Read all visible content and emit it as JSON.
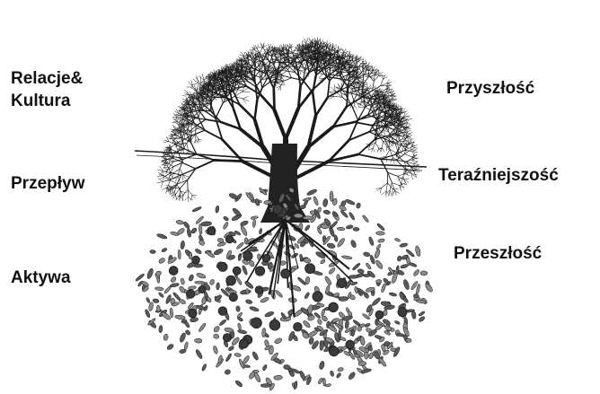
{
  "labels": {
    "relations_line1": "Relacje&",
    "relations_line2": "Kultura",
    "flow": "Przepływ",
    "assets": "Aktywa",
    "future": "Przyszłość",
    "present": "Teraźniejszość",
    "past": "Przeszłość"
  },
  "colors": {
    "ink": "#1a1a1a",
    "leaf": "#5a5a5a",
    "fruit": "#3a3a3a",
    "background": "#ffffff"
  },
  "illustration": {
    "subject": "tree-with-roots",
    "crown": "bare-branches",
    "underground": "leaf-covered-root-ball"
  }
}
